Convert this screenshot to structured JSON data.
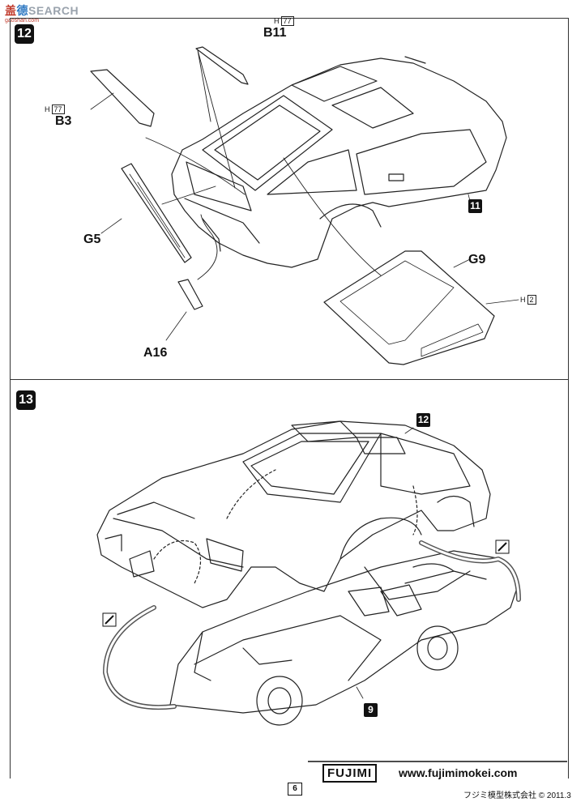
{
  "watermark": {
    "part1": "盖",
    "part2": "德",
    "part3": "SEARCH",
    "sub": "gaoshan.com"
  },
  "step12": {
    "number": "12",
    "ref_body": "11",
    "parts": {
      "b11": "B11",
      "b11_code": "77",
      "b3": "B3",
      "b3_code": "77",
      "g5": "G5",
      "g9": "G9",
      "g9_code": "2",
      "a16": "A16"
    },
    "h_prefix": "H"
  },
  "step13": {
    "number": "13",
    "ref_body": "12",
    "ref_chassis": "9"
  },
  "footer": {
    "page": "6",
    "brand": "FUJIMI",
    "url": "www.fujimimokei.com",
    "copyright": "フジミ模型株式会社 © 2011.3"
  }
}
